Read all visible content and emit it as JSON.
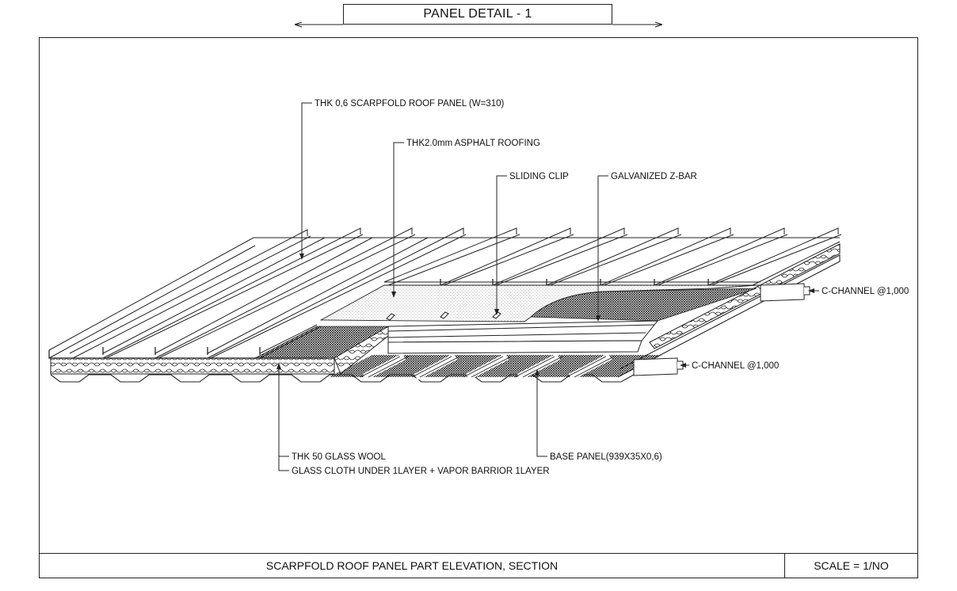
{
  "header": {
    "title": "PANEL DETAIL - 1"
  },
  "footer": {
    "title": "SCARPFOLD ROOF PANEL PART ELEVATION, SECTION",
    "scale": "SCALE = 1/NO"
  },
  "labels": {
    "roof_panel": "THK 0,6 SCARPFOLD ROOF PANEL (W=310)",
    "asphalt": "THK2.0mm ASPHALT ROOFING",
    "sliding_clip": "SLIDING CLIP",
    "z_bar": "GALVANIZED Z-BAR",
    "c_channel_1": "C-CHANNEL @1,000",
    "c_channel_2": "C-CHANNEL @1,000",
    "glass_wool": "THK 50 GLASS WOOL",
    "glass_cloth": "GLASS CLOTH UNDER 1LAYER + VAPOR BARRIOR 1LAYER",
    "base_panel": "BASE PANEL(939X35X0,6)"
  }
}
